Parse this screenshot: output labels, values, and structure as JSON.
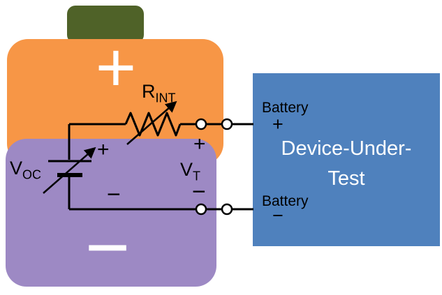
{
  "colors": {
    "orange": "#F79646",
    "purple": "#9D89C4",
    "green": "#4F6228",
    "blue": "#4F81BD",
    "wire": "#000000"
  },
  "battery": {
    "positive_symbol": "+",
    "negative_symbol": "−"
  },
  "circuit": {
    "r_int_base": "R",
    "r_int_sub": "INT",
    "v_oc_base": "V",
    "v_oc_sub": "OC",
    "v_oc_plus": "+",
    "v_oc_minus": "−",
    "v_t_base": "V",
    "v_t_sub": "T",
    "v_t_plus": "+",
    "v_t_minus": "−"
  },
  "dut": {
    "title_line1": "Device-Under-",
    "title_line2": "Test",
    "terminal_top_label": "Battery",
    "terminal_top_sign": "+",
    "terminal_bottom_label": "Battery",
    "terminal_bottom_sign": "−"
  }
}
